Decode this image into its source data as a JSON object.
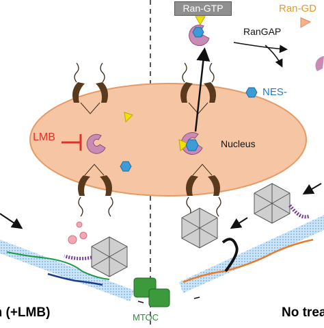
{
  "labels": {
    "ran_gtp": "Ran-GTP",
    "ran_gdp": "Ran-GD",
    "rangap": "RanGAP",
    "nes": "NES-",
    "lmb": "LMB",
    "nucleus": "Nucleus",
    "left_condition": "on (+LMB)",
    "right_condition": "No trea",
    "mtoc": "MTOC"
  },
  "colors": {
    "nucleus_fill": "#f6c6a4",
    "nucleus_stroke": "#e59a66",
    "importin": "#c98bb5",
    "ran_gtp": "#f2e200",
    "ran_gdp": "#f6b08a",
    "nes_cargo": "#3d9bd8",
    "inhibitor": "#e0302a",
    "pore": "#5a3a1c",
    "microtubule": "#a9d0f0",
    "mtoc": "#3c9a3c"
  },
  "icons": [
    "importin-icon",
    "ran-gtp-icon",
    "ran-gdp-icon",
    "nes-cargo-icon",
    "capsid-icon",
    "nuclear-pore-icon",
    "microtubule-icon",
    "mtoc-icon"
  ]
}
